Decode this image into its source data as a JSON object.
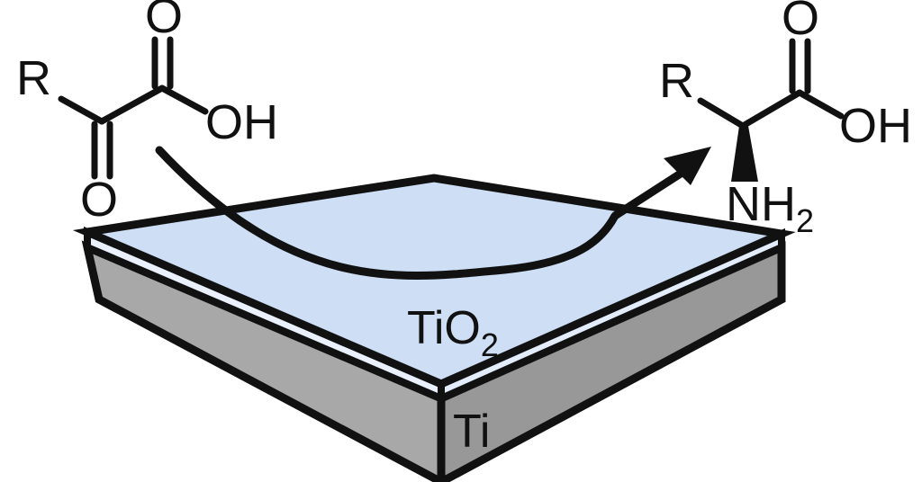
{
  "figure": {
    "type": "reaction-scheme-diagram",
    "description": "Asymmetric amination of an alpha-keto acid on a TiO2-coated Ti surface",
    "background_color": "#ffffff"
  },
  "reactant": {
    "name": "alpha-keto-acid",
    "atoms": {
      "r_group": "R",
      "ketone_oxygen": "O",
      "carbonyl_oxygen": "O",
      "hydroxyl": "OH"
    }
  },
  "product": {
    "name": "alpha-amino-acid",
    "atoms": {
      "r_group": "R",
      "carbonyl_oxygen": "O",
      "hydroxyl": "OH",
      "amine": "NH",
      "amine_subscript": "2"
    }
  },
  "substrate": {
    "top_layer_label": "TiO",
    "top_layer_subscript": "2",
    "base_layer_label": "Ti",
    "top_layer_color": "#cddef5",
    "top_layer_side_color": "#e8f0fc",
    "base_layer_left_color": "#a8a8a8",
    "base_layer_right_color": "#989898",
    "outline_color": "#111111"
  },
  "annotations": {
    "reaction_path_name": "reaction-trajectory-curve",
    "arrow_name": "product-release-arrow"
  }
}
